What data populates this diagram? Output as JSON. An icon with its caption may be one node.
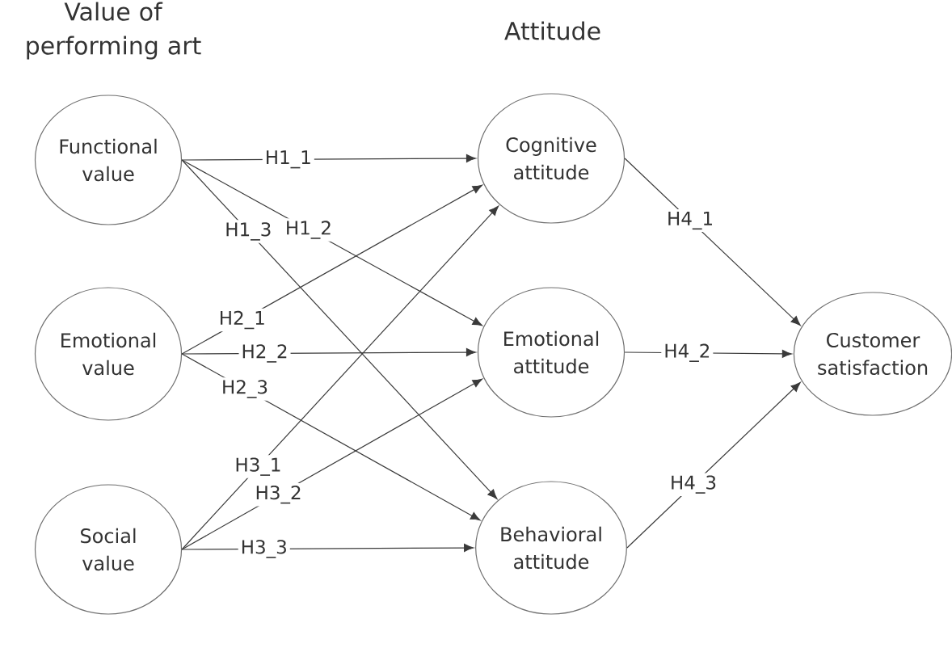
{
  "diagram": {
    "nodes": [
      {
        "text": [
          "Functional value"
        ]
      },
      {
        "text": [
          "Emotional value"
        ]
      },
      {
        "text": [
          "Social value"
        ]
      },
      {
        "text": [
          "Cognitive attitude"
        ]
      },
      {
        "text": [
          "Emotional attitude"
        ]
      },
      {
        "text": [
          "Behavioral attitude"
        ]
      },
      {
        "text": [
          "Customer satisfaction"
        ]
      }
    ],
    "edges": [
      {
        "from": 0,
        "to": 3,
        "arrow": "to",
        "label": "H1_1"
      },
      {
        "from": 0,
        "to": 4,
        "arrow": "to",
        "label": "H1_2"
      },
      {
        "from": 0,
        "to": 5,
        "arrow": "to",
        "label": "H1_3"
      },
      {
        "from": 1,
        "to": 3,
        "arrow": "to",
        "label": "H2_1"
      },
      {
        "from": 1,
        "to": 4,
        "arrow": "to",
        "label": "H2_2"
      },
      {
        "from": 1,
        "to": 5,
        "arrow": "to",
        "label": "H2_3"
      },
      {
        "from": 2,
        "to": 3,
        "arrow": "to",
        "label": "H3_1"
      },
      {
        "from": 2,
        "to": 4,
        "arrow": "to",
        "label": "H3_2"
      },
      {
        "from": 2,
        "to": 5,
        "arrow": "to",
        "label": "H3_3"
      },
      {
        "from": 3,
        "to": 6,
        "arrow": "to",
        "label": "H4_1"
      },
      {
        "from": 4,
        "to": 6,
        "arrow": "to",
        "label": "H4_2"
      },
      {
        "from": 5,
        "to": 6,
        "arrow": "to",
        "label": "H4_3"
      }
    ],
    "labels": [
      "Value of performing art",
      "Attitude"
    ]
  }
}
